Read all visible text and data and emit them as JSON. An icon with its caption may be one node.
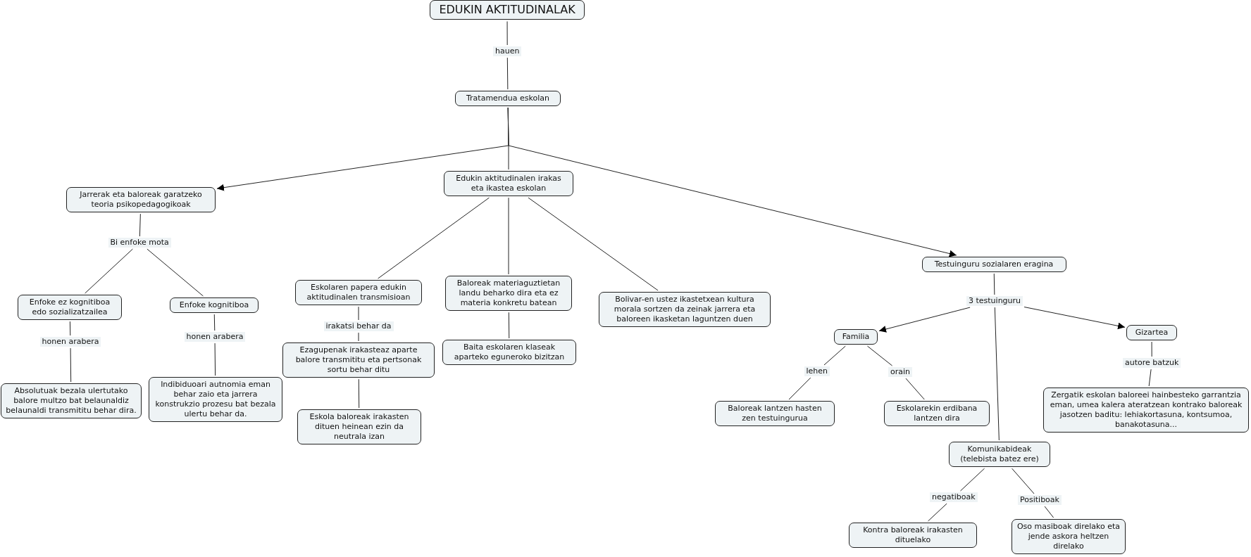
{
  "diagram": {
    "nodes": [
      {
        "text": [
          "EDUKIN AKTITUDINALAK"
        ]
      },
      {
        "text": [
          "hauen"
        ]
      },
      {
        "text": [
          "Tratamendua eskolan"
        ]
      },
      {
        "text": [
          "Jarrerak eta baloreak garatzeko teoria psikopedagogikoak"
        ]
      },
      {
        "text": [
          "Edukin aktitudinalen irakas eta ikastea eskolan"
        ]
      },
      {
        "text": [
          "Testuinguru sozialaren eragina"
        ]
      },
      {
        "text": [
          "Bi enfoke mota"
        ]
      },
      {
        "text": [
          "Enfoke ez kognitiboa edo sozializatzailea"
        ]
      },
      {
        "text": [
          "Enfoke kognitiboa"
        ]
      },
      {
        "text": [
          "honen arabera"
        ]
      },
      {
        "text": [
          "honen arabera"
        ]
      },
      {
        "text": [
          "Absolutuak bezala ulertutako balore multzo bat belaunaldiz belaunaldi transmititu behar dira."
        ]
      },
      {
        "text": [
          "Indibiduoari autnomia eman behar zaio eta jarrera konstrukzio prozesu bat bezala ulertu behar da."
        ]
      },
      {
        "text": [
          "Eskolaren papera edukin aktitudinalen transmisioan"
        ]
      },
      {
        "text": [
          "Baloreak materiaguztietan landu beharko dira eta ez materia konkretu batean"
        ]
      },
      {
        "text": [
          "Bolivar-en ustez ikastetxean kultura morala sortzen da zeinak jarrera eta baloreen ikasketan laguntzen duen"
        ]
      },
      {
        "text": [
          "irakatsi behar da"
        ]
      },
      {
        "text": [
          "Ezagupenak irakasteaz aparte balore transmititu eta pertsonak sortu behar ditu"
        ]
      },
      {
        "text": [
          "Eskola baloreak irakasten dituen heinean ezin da neutrala izan"
        ]
      },
      {
        "text": [
          "Baita eskolaren klaseak aparteko eguneroko bizitzan"
        ]
      },
      {
        "text": [
          "3 testuinguru"
        ]
      },
      {
        "text": [
          "Familia"
        ]
      },
      {
        "text": [
          "Gizartea"
        ]
      },
      {
        "text": [
          "Komunikabideak (telebista batez ere)"
        ]
      },
      {
        "text": [
          "lehen"
        ]
      },
      {
        "text": [
          "orain"
        ]
      },
      {
        "text": [
          "Baloreak lantzen hasten zen testuingurua"
        ]
      },
      {
        "text": [
          "Eskolarekin erdibana lantzen dira"
        ]
      },
      {
        "text": [
          "autore batzuk"
        ]
      },
      {
        "text": [
          "Zergatik eskolan baloreei hainbesteko garrantzia eman, umea kalera ateratzean kontrako baloreak jasotzen baditu: lehiakortasuna, kontsumoa, banakotasuna..."
        ]
      },
      {
        "text": [
          "negatiboak"
        ]
      },
      {
        "text": [
          "Positiboak"
        ]
      },
      {
        "text": [
          "Kontra baloreak irakasten dituelako"
        ]
      },
      {
        "text": [
          "Oso masiboak direlako eta jende askora heltzen direlako"
        ]
      }
    ],
    "edges": [
      {
        "from": 0,
        "to": 1,
        "arrow": "none"
      },
      {
        "from": 1,
        "to": 2,
        "arrow": "none"
      },
      {
        "from": 2,
        "to": 3,
        "arrow": "to"
      },
      {
        "from": 2,
        "to": 4,
        "arrow": "none"
      },
      {
        "from": 2,
        "to": 5,
        "arrow": "to"
      },
      {
        "from": 3,
        "to": 6,
        "arrow": "none"
      },
      {
        "from": 6,
        "to": 7,
        "arrow": "none"
      },
      {
        "from": 6,
        "to": 8,
        "arrow": "none"
      },
      {
        "from": 7,
        "to": 9,
        "arrow": "none"
      },
      {
        "from": 9,
        "to": 11,
        "arrow": "none"
      },
      {
        "from": 8,
        "to": 10,
        "arrow": "none"
      },
      {
        "from": 10,
        "to": 12,
        "arrow": "none"
      },
      {
        "from": 4,
        "to": 13,
        "arrow": "none"
      },
      {
        "from": 4,
        "to": 14,
        "arrow": "none"
      },
      {
        "from": 4,
        "to": 15,
        "arrow": "none"
      },
      {
        "from": 13,
        "to": 16,
        "arrow": "none"
      },
      {
        "from": 16,
        "to": 17,
        "arrow": "none"
      },
      {
        "from": 17,
        "to": 18,
        "arrow": "none"
      },
      {
        "from": 14,
        "to": 19,
        "arrow": "none"
      },
      {
        "from": 5,
        "to": 20,
        "arrow": "none"
      },
      {
        "from": 20,
        "to": 21,
        "arrow": "to"
      },
      {
        "from": 20,
        "to": 22,
        "arrow": "to"
      },
      {
        "from": 20,
        "to": 23,
        "arrow": "none"
      },
      {
        "from": 21,
        "to": 24,
        "arrow": "none"
      },
      {
        "from": 24,
        "to": 26,
        "arrow": "none"
      },
      {
        "from": 21,
        "to": 25,
        "arrow": "none"
      },
      {
        "from": 25,
        "to": 27,
        "arrow": "none"
      },
      {
        "from": 22,
        "to": 28,
        "arrow": "none"
      },
      {
        "from": 28,
        "to": 29,
        "arrow": "none"
      },
      {
        "from": 23,
        "to": 30,
        "arrow": "none"
      },
      {
        "from": 30,
        "to": 32,
        "arrow": "none"
      },
      {
        "from": 23,
        "to": 31,
        "arrow": "none"
      },
      {
        "from": 31,
        "to": 33,
        "arrow": "none"
      }
    ]
  }
}
